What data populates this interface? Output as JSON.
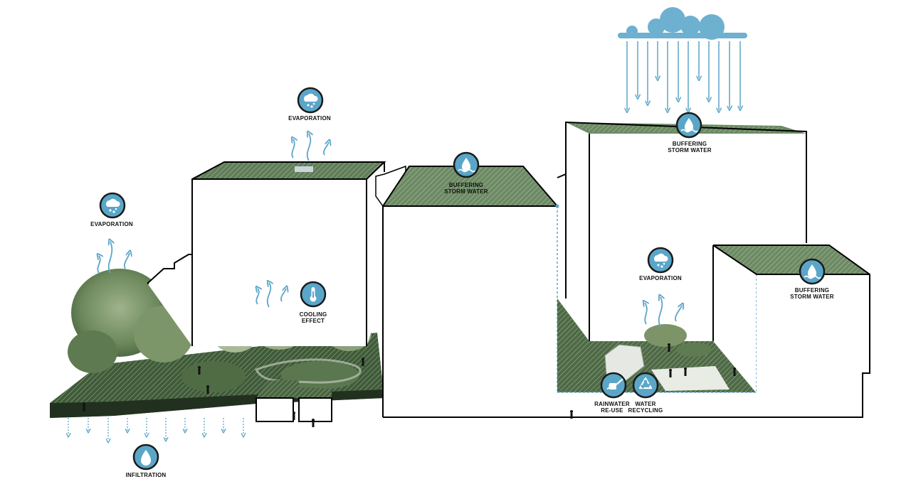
{
  "colors": {
    "accent": "#5aa6c8",
    "icon_ring": "#1a1a1a",
    "green_roof": "#6f8b63",
    "vegetation_dark": "#3e5a36",
    "building_outline": "#000000"
  },
  "labels": {
    "evaporation_left": [
      "EVAPORATION"
    ],
    "evaporation_roof": [
      "EVAPORATION"
    ],
    "evaporation_courtyard": [
      "EVAPORATION"
    ],
    "cooling_effect": [
      "COOLING",
      "EFFECT"
    ],
    "buffering_mid": [
      "BUFFERING",
      "STORM WATER"
    ],
    "buffering_top": [
      "BUFFERING",
      "STORM WATER"
    ],
    "buffering_right": [
      "BUFFERING",
      "STORM WATER"
    ],
    "rainwater_reuse": [
      "RAINWATER",
      "RE-USE"
    ],
    "water_recycling": [
      "WATER",
      "RECYCLING"
    ],
    "infiltration": [
      "INFILTRATION"
    ]
  },
  "icons": {
    "evaporation": "evaporation-icon",
    "cooling": "thermometer-icon",
    "buffering": "water-drop-wave-icon",
    "rainwater": "watering-can-icon",
    "recycling": "recycle-icon",
    "infiltration": "water-drop-icon",
    "rain": "rain-cloud-icon"
  }
}
